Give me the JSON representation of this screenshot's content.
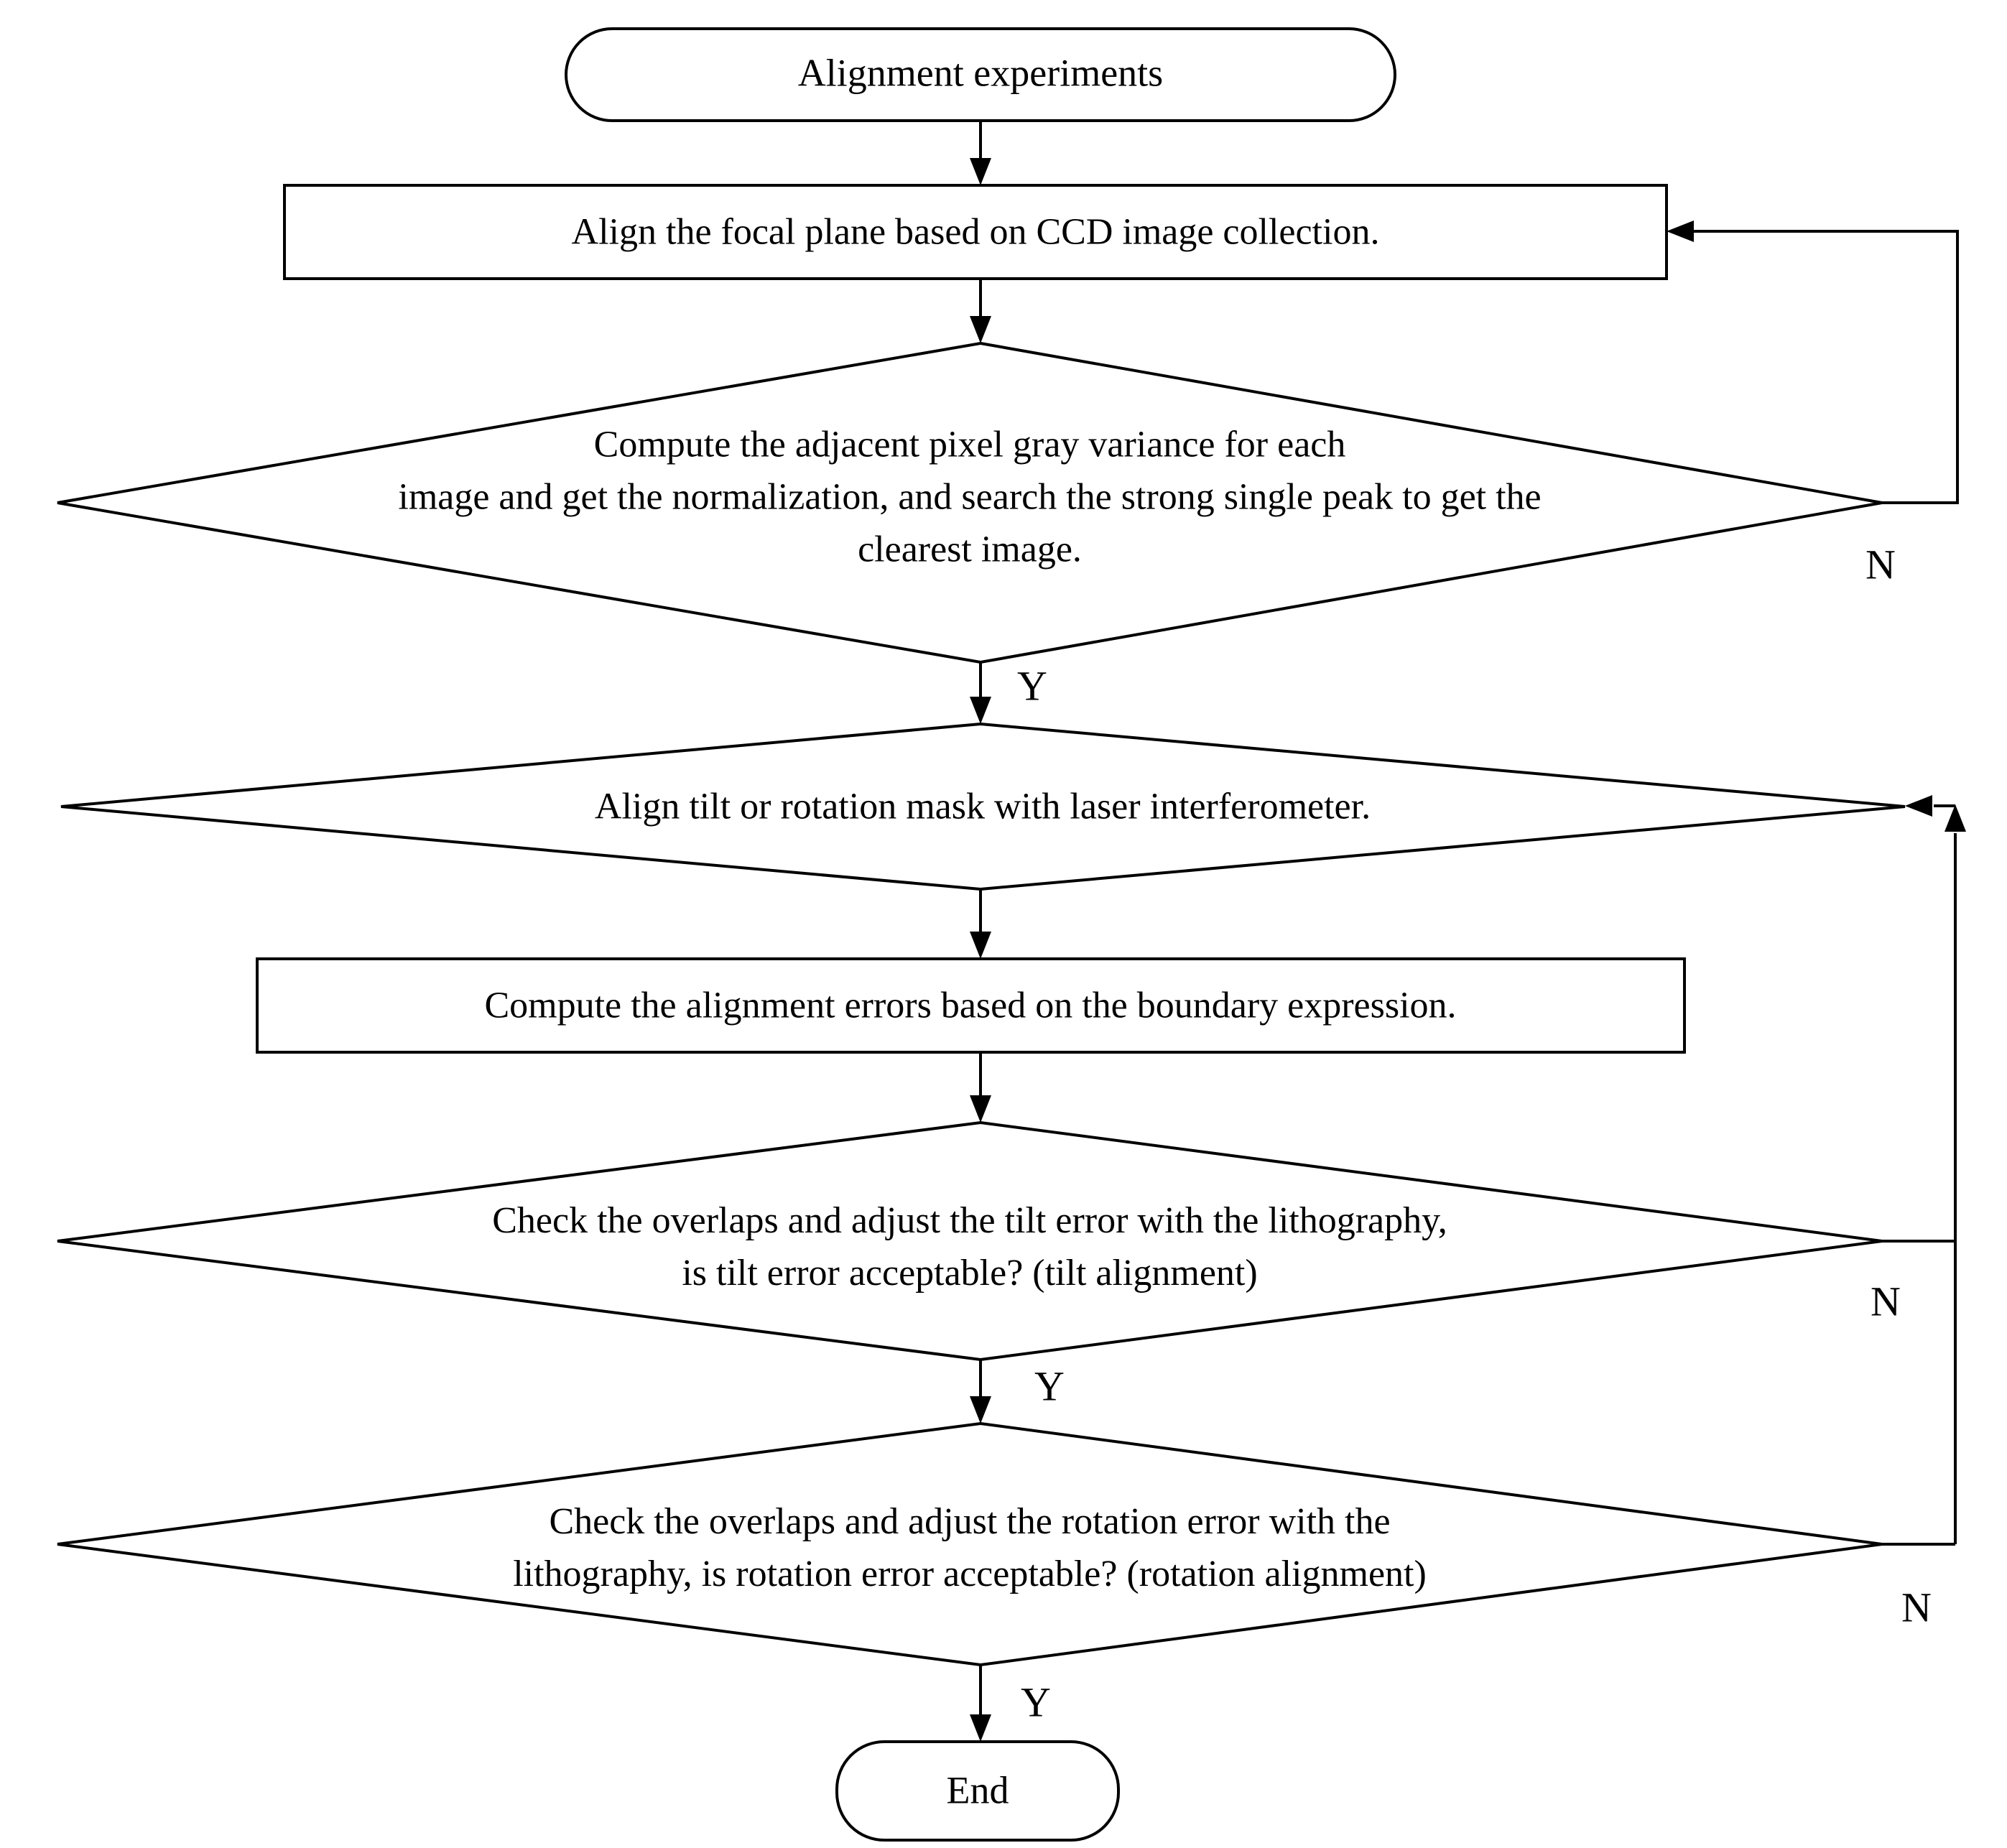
{
  "flowchart": {
    "start": {
      "label": "Alignment experiments"
    },
    "step_focal": {
      "label": "Align the focal plane based on CCD image collection."
    },
    "decision_clearest": {
      "lines": [
        "Compute the adjacent pixel gray variance for each",
        "image and get the normalization, and search the strong single peak to get the",
        "clearest image."
      ],
      "yes_label": "Y",
      "no_label": "N"
    },
    "decision_align_mask": {
      "label": "Align tilt or rotation mask with laser interferometer."
    },
    "step_errors": {
      "label": "Compute the alignment errors based on the boundary expression."
    },
    "decision_tilt": {
      "lines": [
        "Check the overlaps and adjust the tilt error with the lithography,",
        "is tilt error acceptable? (tilt alignment)"
      ],
      "yes_label": "Y",
      "no_label": "N"
    },
    "decision_rotation": {
      "lines": [
        "Check the overlaps and adjust the rotation error with the",
        "lithography, is rotation error acceptable? (rotation alignment)"
      ],
      "yes_label": "Y",
      "no_label": "N"
    },
    "end": {
      "label": "End"
    },
    "colors": {
      "line": "#000000",
      "background": "#ffffff",
      "text": "#000000"
    }
  }
}
